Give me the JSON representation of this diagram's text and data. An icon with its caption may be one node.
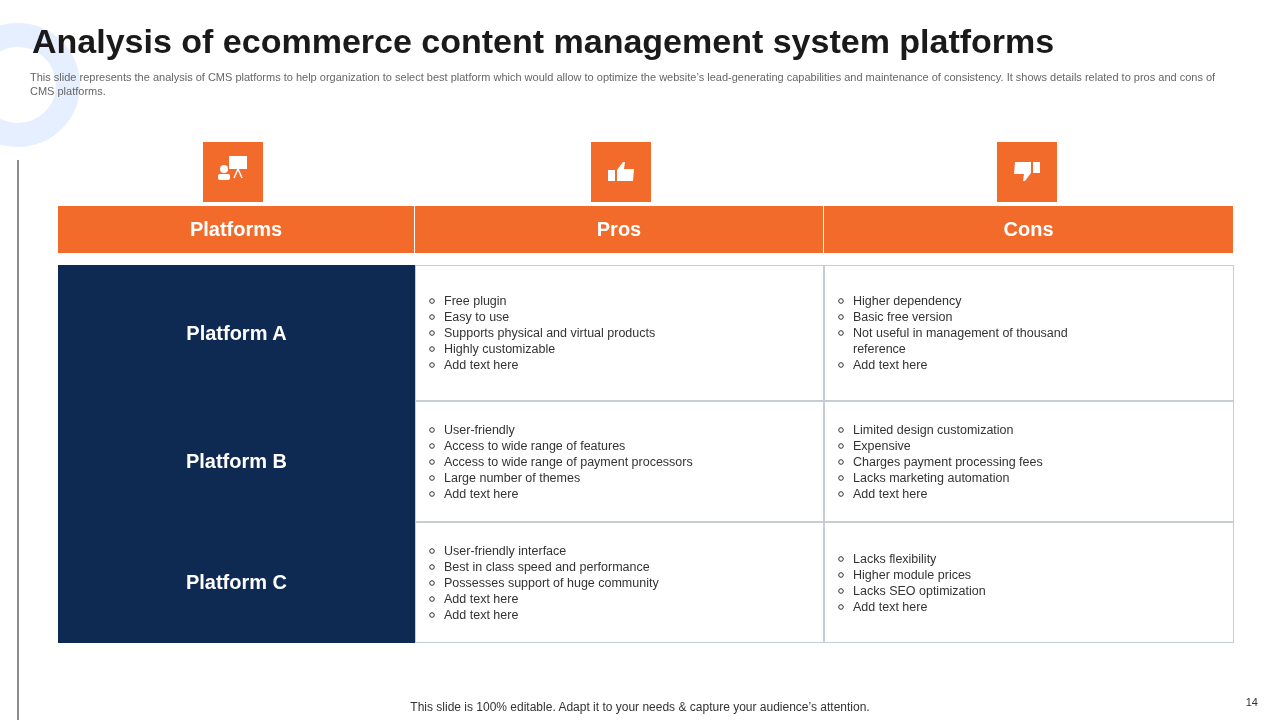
{
  "diagram": {
    "title": "Analysis of ecommerce content management system platforms",
    "nodes": [
      {
        "text": [
          "Platforms"
        ]
      },
      {
        "text": [
          "Pros"
        ]
      },
      {
        "text": [
          "Cons"
        ]
      },
      {
        "text": [
          "Platform  A"
        ]
      },
      {
        "text": [
          "Free plugin",
          "Easy to use",
          "Supports physical and virtual products",
          "Highly customizable",
          "Add text here"
        ]
      },
      {
        "text": [
          "Higher dependency",
          "Basic free version",
          "Not useful in management of thousand reference",
          "Add text here"
        ]
      },
      {
        "text": [
          "Platform B"
        ]
      },
      {
        "text": [
          "User-friendly",
          "Access to wide range of features",
          "Access to wide range of payment processors",
          "Large number of themes",
          "Add text here"
        ]
      },
      {
        "text": [
          "Limited design customization",
          "Expensive",
          "Charges payment processing fees",
          "Lacks marketing automation",
          "Add text here"
        ]
      },
      {
        "text": [
          "Platform C"
        ]
      },
      {
        "text": [
          "User-friendly interface",
          "Best in class speed and performance",
          "Possesses support of huge community",
          "Add text here",
          "Add text here"
        ]
      },
      {
        "text": [
          "Lacks flexibility",
          "Higher module prices",
          "Lacks SEO optimization",
          "Add text here"
        ]
      }
    ],
    "edges": [],
    "labels": [
      "This slide represents the analysis of CMS platforms to help organization to select best platform which would allow to optimize the website’s lead-generating capabilities and maintenance of consistency. It shows details related to pros and cons of CMS platforms.",
      "This slide is 100% editable. Adapt it to your needs & capture your audience’s attention.",
      "14"
    ]
  }
}
